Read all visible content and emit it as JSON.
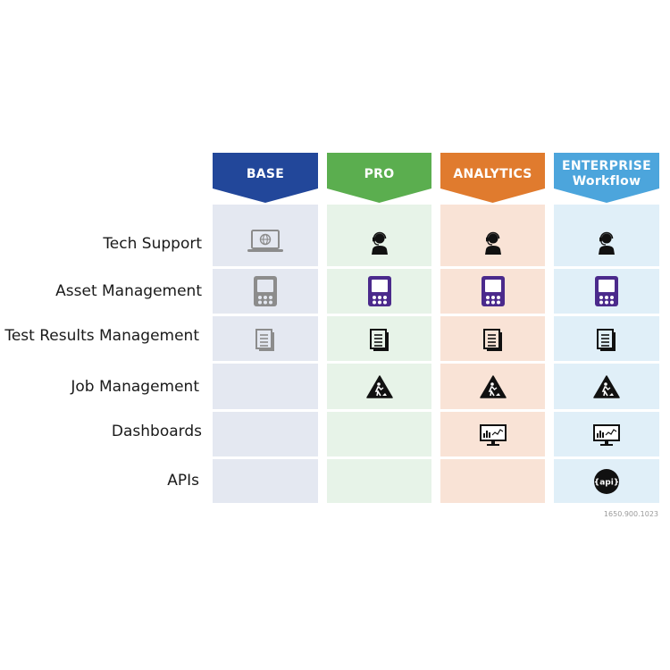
{
  "columns": [
    {
      "id": "base",
      "title": "BASE",
      "header_color": "#22479a",
      "cell_color": "#e4e8f1"
    },
    {
      "id": "pro",
      "title": "PRO",
      "header_color": "#5bae4f",
      "cell_color": "#e7f3e8"
    },
    {
      "id": "analytics",
      "title": "ANALYTICS",
      "header_color": "#e07b2e",
      "cell_color": "#f9e3d6"
    },
    {
      "id": "enterprise",
      "title_line1": "ENTERPRISE",
      "title_line2": "Workflow",
      "header_color": "#4ca5dc",
      "cell_color": "#e0eff8"
    }
  ],
  "rows": [
    {
      "id": "tech-support",
      "label": "Tech Support",
      "icons": [
        "laptop-globe-icon",
        "support-agent-icon",
        "support-agent-icon",
        "support-agent-icon"
      ]
    },
    {
      "id": "asset-management",
      "label": "Asset Management",
      "icons": [
        "test-device-icon",
        "test-device-icon",
        "test-device-icon",
        "test-device-icon"
      ]
    },
    {
      "id": "test-results-management",
      "label": "Test Results Management",
      "icons": [
        "document-icon",
        "document-icon",
        "document-icon",
        "document-icon"
      ]
    },
    {
      "id": "job-management",
      "label": "Job Management",
      "icons": [
        null,
        "work-in-progress-icon",
        "work-in-progress-icon",
        "work-in-progress-icon"
      ]
    },
    {
      "id": "dashboards",
      "label": "Dashboards",
      "icons": [
        null,
        null,
        "dashboard-monitor-icon",
        "dashboard-monitor-icon"
      ]
    },
    {
      "id": "apis",
      "label": "APIs",
      "icons": [
        null,
        null,
        null,
        "api-icon"
      ]
    }
  ],
  "icon_colors": {
    "base": "#8c8c8c",
    "active": "#111111",
    "device_accent": "#4b2a8c"
  },
  "api_icon_text": "{api}",
  "document_id": "1650.900.1023"
}
